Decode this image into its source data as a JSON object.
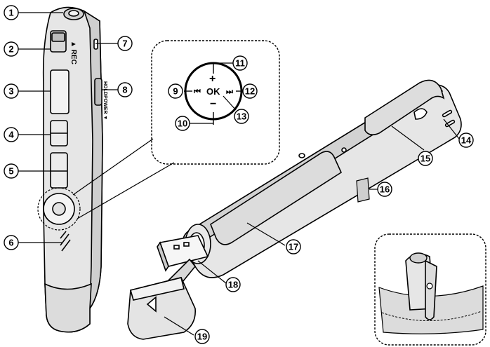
{
  "callouts": {
    "c1": "1",
    "c2": "2",
    "c3": "3",
    "c4": "4",
    "c5": "5",
    "c6": "6",
    "c7": "7",
    "c8": "8",
    "c9": "9",
    "c10": "10",
    "c11": "11",
    "c12": "12",
    "c13": "13",
    "c14": "14",
    "c15": "15",
    "c16": "16",
    "c17": "17",
    "c18": "18",
    "c19": "19"
  },
  "device_labels": {
    "rec": "▲ REC",
    "hold": "HOLD",
    "power": "POWER ▼"
  },
  "dial_labels": {
    "plus": "+",
    "minus": "−",
    "ok": "OK",
    "rewind": "⏮",
    "forward": "⏭"
  },
  "colors": {
    "body_fill": "#e3e3e3",
    "line": "#000000",
    "shade": "#c4c4c4",
    "pocket": "#d8d8d8"
  }
}
